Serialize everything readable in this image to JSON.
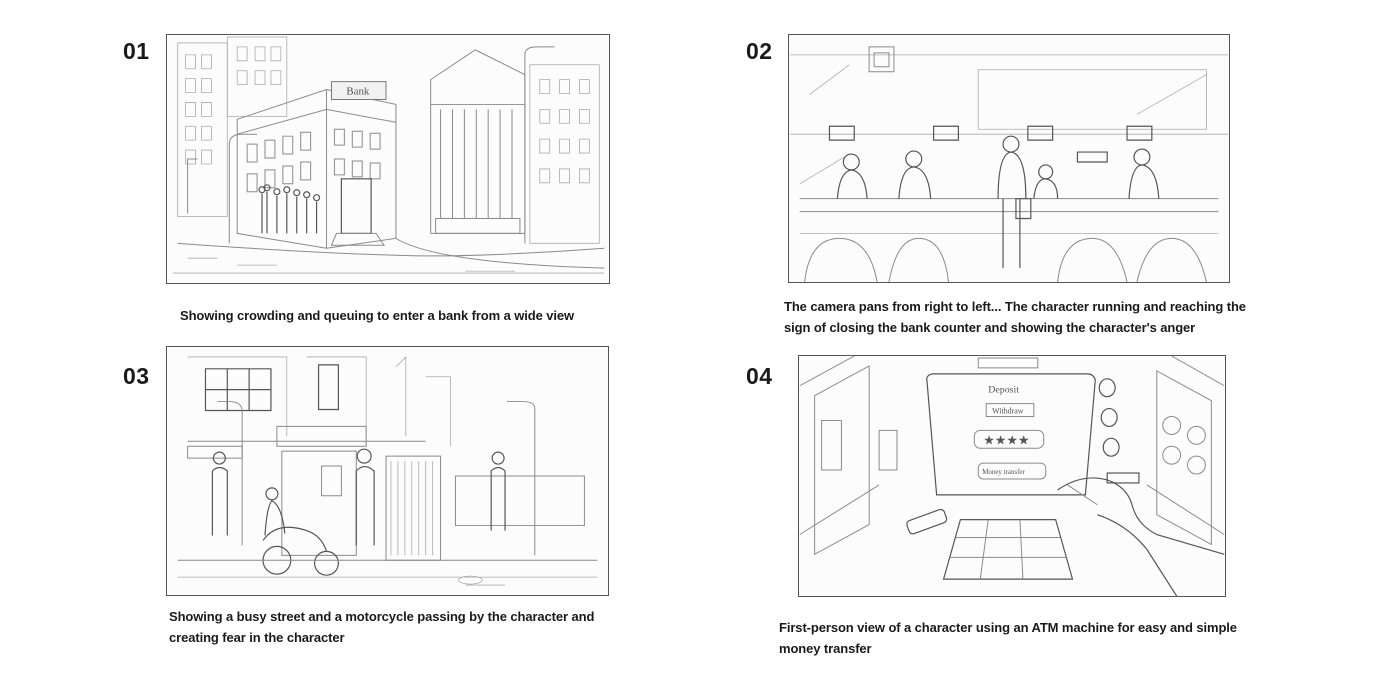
{
  "panels": [
    {
      "number": "01",
      "caption": "Showing crowding and queuing to enter a bank from a wide view",
      "sign": "Bank"
    },
    {
      "number": "02",
      "caption": "The camera pans from right to left... The character running and reaching the sign of  closing the bank counter and showing the character's anger"
    },
    {
      "number": "03",
      "caption": "Showing a busy street and a motorcycle passing by the character and creating fear  in the character"
    },
    {
      "number": "04",
      "caption": "First-person view of a character using an ATM machine for easy and simple money transfer",
      "atm_screen": {
        "title": "Deposit",
        "option": "Withdraw",
        "pin": "★★★★",
        "transfer": "Money transfer"
      }
    }
  ]
}
